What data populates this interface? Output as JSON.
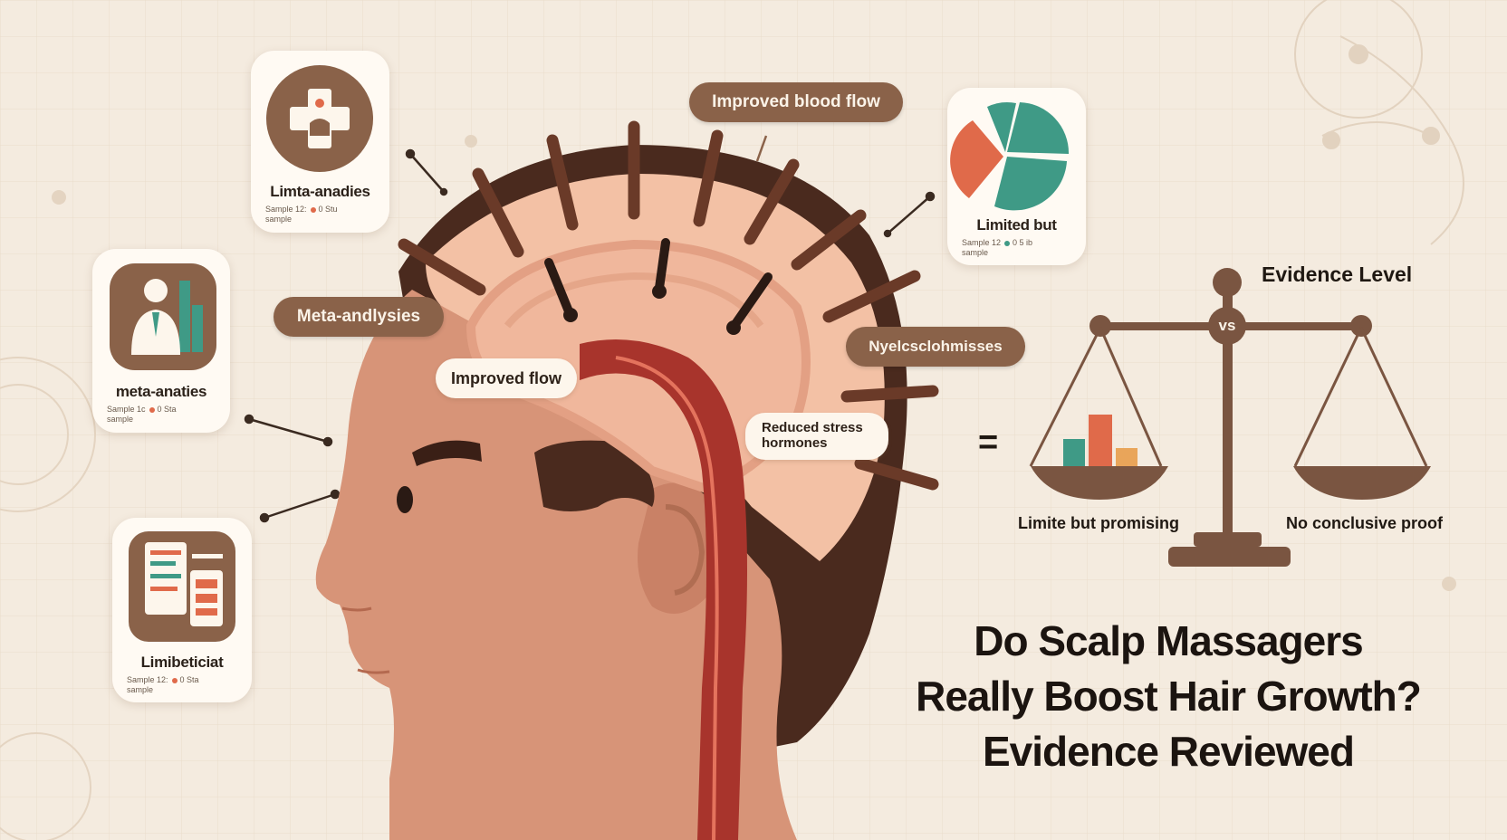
{
  "title_lines": [
    "Do Scalp Massagers",
    "Really Boost Hair Growth?",
    "Evidence Reviewed"
  ],
  "evidence_level_heading": "Evidence Level",
  "scale": {
    "vs_label": "vs",
    "left_label": "Limite but promising",
    "right_label": "No conclusive proof",
    "equals_sign": "="
  },
  "cards": [
    {
      "icon": "medical-cross-icon",
      "label": "Limta-anadies",
      "meta_line": "Sample 12:",
      "meta_tail": "0 Stu",
      "meta_line2": "sample",
      "dot_color": "#e06a4a"
    },
    {
      "icon": "doctor-chart-icon",
      "label": "meta-anaties",
      "meta_line": "Sample 1c",
      "meta_tail": "0 Sta",
      "meta_line2": "sample",
      "dot_color": "#e06a4a"
    },
    {
      "icon": "document-report-icon",
      "label": "Limibeticiat",
      "meta_line": "Sample 12:",
      "meta_tail": "0 Sta",
      "meta_line2": "sample",
      "dot_color": "#e06a4a"
    },
    {
      "icon": "pie-chart-icon",
      "label": "Limited but",
      "meta_line": "Sample 12",
      "meta_tail": "0 5 ib",
      "meta_line2": "sample",
      "dot_color": "#3f9a86"
    }
  ],
  "head_labels": {
    "improved_blood_flow": "Improved blood flow",
    "meta_analyses": "Meta-andlysies",
    "improved_flow": "Improved flow",
    "myelo": "Nyelcsclohmisses",
    "reduced_stress": "Reduced stress hormones"
  },
  "colors": {
    "background": "#f4ebdf",
    "brown_accent": "#8a6249",
    "skin": "#d79478",
    "hair": "#4a2a1e",
    "artery": "#a8342c",
    "teal": "#3f9a86",
    "coral": "#e06a4a"
  }
}
